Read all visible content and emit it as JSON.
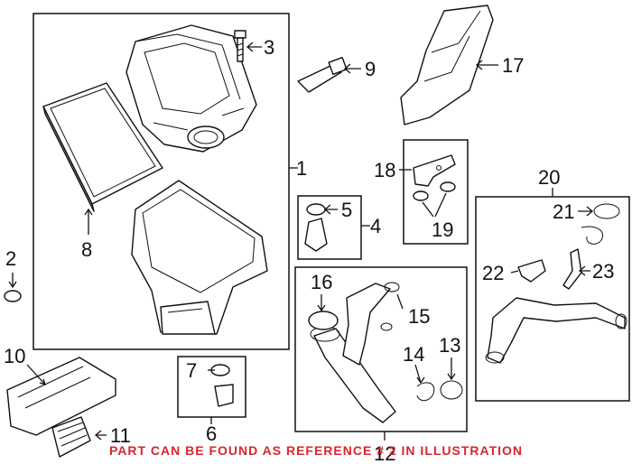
{
  "diagram": {
    "callouts": {
      "c1": "1",
      "c2": "2",
      "c3": "3",
      "c4": "4",
      "c5": "5",
      "c6": "6",
      "c7": "7",
      "c8": "8",
      "c9": "9",
      "c10": "10",
      "c11": "11",
      "c12": "12",
      "c13": "13",
      "c14": "14",
      "c15": "15",
      "c16": "16",
      "c17": "17",
      "c18": "18",
      "c19": "19",
      "c20": "20",
      "c21": "21",
      "c22": "22",
      "c23": "23"
    },
    "footer_note": "PART CAN BE FOUND AS REFERENCE # 2 IN ILLUSTRATION",
    "footer_color": "#d9262b"
  }
}
